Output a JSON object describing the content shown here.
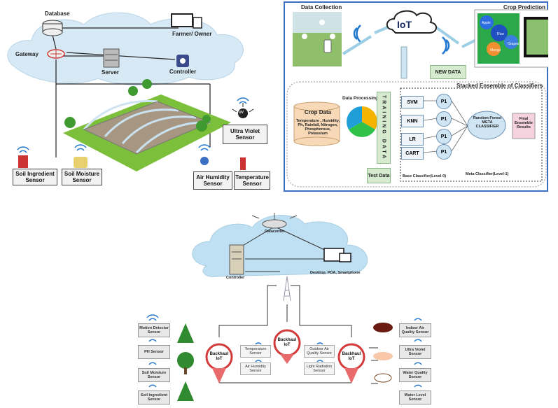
{
  "panel_smart_farm": {
    "database": "Database",
    "farmer_owner": "Farmer/ Owner",
    "gateway": "Gateway",
    "server": "Server",
    "controller": "Controller",
    "ultra_violet_sensor": "Ultra Violet Sensor",
    "soil_ingredient_sensor": "Soil Ingredient Sensor",
    "soil_moisture_sensor": "Soil Moisture Sensor",
    "air_humidity_sensor": "Air Humidity Sensor",
    "temperature_sensor": "Temperature Sensor",
    "uv_icon_text": "UV"
  },
  "panel_crop_prediction": {
    "data_collection": "Data Collection",
    "iot": "IoT",
    "crop_prediction": "Crop Prediction",
    "map_labels": [
      "Apple",
      "Rice",
      "Grapes",
      "Mango"
    ],
    "new_data": "NEW DATA",
    "stacked_ensemble": "Stacked Ensemble of Classifiers",
    "crop_data_title": "Crop Data",
    "crop_data_body": "Temperature , Humidity, Ph, Rainfall, Nitrogen, Phosphorous, Potassium",
    "data_processing": "Data Processing",
    "training_data": "TRAINING DATA",
    "classifiers": [
      "SVM",
      "KNN",
      "LR",
      "CART"
    ],
    "p_label": "P1",
    "meta_classifier": "Random Forest META CLASSIFIER",
    "final_results": "Final Ensemble Results",
    "test_data": "Test Data",
    "base_classifier": "Base Classifier(Level-0)",
    "meta_classifier_level": "Meta Classifier(Level-1)",
    "accent_color": "#3a6fc4"
  },
  "panel_backhaul": {
    "datacenter": "Datacenter",
    "controller": "Controller",
    "devices": "Desktop, PDA, Smartphone",
    "backhaul": "Backhaul IoT",
    "left_sensors": [
      "Motion Detector Sensor",
      "PH Sensor",
      "Soil Moisture Sensor",
      "Soil Ingredient Sensor"
    ],
    "middle_sensors_left": [
      "Temperature Sensor",
      "Air Humidity Sensor"
    ],
    "middle_sensors_right": [
      "Outdoor Air Quality Sensor",
      "Light Radiation Sensor"
    ],
    "right_sensors": [
      "Indoor Air Quality Sensor",
      "Ultra Violet Sensor",
      "Water Quality Sensor",
      "Water Level Sensor"
    ],
    "pin_color": "#d33a3a"
  }
}
